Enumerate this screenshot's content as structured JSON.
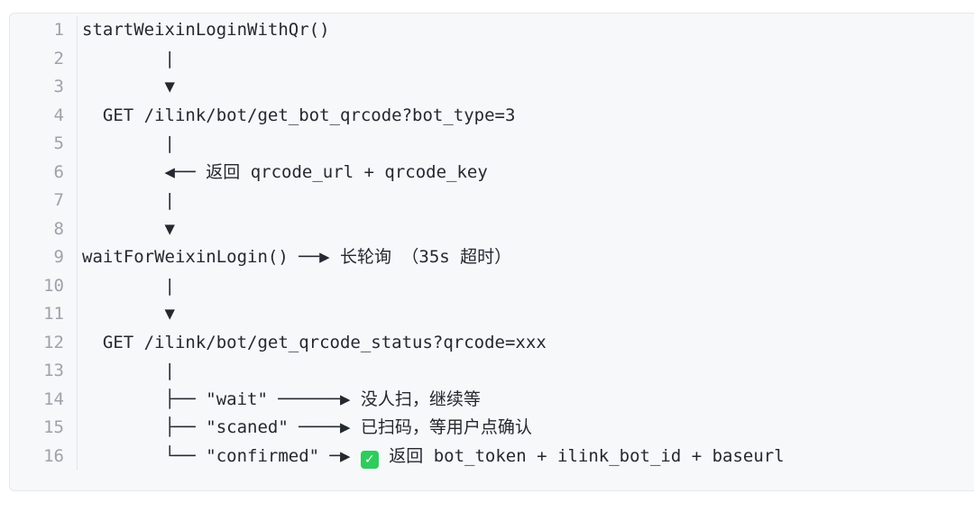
{
  "colors": {
    "page_background": "#ffffff",
    "block_background": "#f6f8fa",
    "block_border": "#e4e8ec",
    "line_number_color": "#9da3a9",
    "code_text_color": "#24292f",
    "check_green": "#2ecc5c"
  },
  "code_block": {
    "check_icon": {
      "name": "check-emoji",
      "glyph": "✓"
    },
    "lines": [
      {
        "num": "1",
        "text": "startWeixinLoginWithQr()"
      },
      {
        "num": "2",
        "text": "        |"
      },
      {
        "num": "3",
        "text": "        ▼"
      },
      {
        "num": "4",
        "text": "  GET /ilink/bot/get_bot_qrcode?bot_type=3"
      },
      {
        "num": "5",
        "text": "        |"
      },
      {
        "num": "6",
        "text": "        ◀── 返回 qrcode_url + qrcode_key"
      },
      {
        "num": "7",
        "text": "        |"
      },
      {
        "num": "8",
        "text": "        ▼"
      },
      {
        "num": "9",
        "text": "waitForWeixinLogin() ──▶ 长轮询 （35s 超时）"
      },
      {
        "num": "10",
        "text": "        |"
      },
      {
        "num": "11",
        "text": "        ▼"
      },
      {
        "num": "12",
        "text": "  GET /ilink/bot/get_qrcode_status?qrcode=xxx"
      },
      {
        "num": "13",
        "text": "        |"
      },
      {
        "num": "14",
        "text": "        ├── \"wait\" ──────▶ 没人扫，继续等"
      },
      {
        "num": "15",
        "text": "        ├── \"scaned\" ────▶ 已扫码，等用户点确认"
      },
      {
        "num": "16",
        "pre": "        └── \"confirmed\" ─▶ ",
        "post": " 返回 bot_token + ilink_bot_id + baseurl"
      }
    ]
  }
}
